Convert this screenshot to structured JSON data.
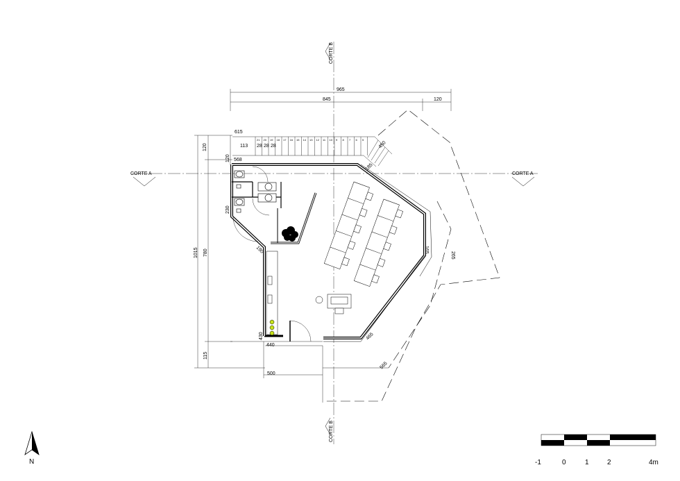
{
  "section_cuts": {
    "a_left": "CORTE A",
    "a_right": "CORTE A",
    "b_top": "CORTE B",
    "b_bottom": "CORTE B"
  },
  "dimensions": {
    "overall_width": "965",
    "main_width": "845",
    "right_offset": "120",
    "stair_length": "615",
    "stair_rise": "113",
    "step_a": "28",
    "step_b": "28",
    "step_c": "28",
    "top_margin": "120",
    "inner_top_margin": "120",
    "wall_568": "568",
    "wall_230": "230",
    "total_height": "1015",
    "wall_780": "780",
    "bottom_115": "115",
    "corner_190": "190",
    "wall_430": "430",
    "entry_440": "440",
    "bottom_500": "500",
    "diag_450": "450",
    "diag_185": "185",
    "wall_165": "165",
    "outer_265": "265",
    "wall_465": "465",
    "outer_565": "565"
  },
  "stair_steps": [
    "21",
    "20",
    "19",
    "18",
    "17",
    "16",
    "15",
    "14",
    "13",
    "12",
    "11",
    "10",
    "9",
    "8",
    "7",
    "6",
    "5"
  ],
  "scale_bar": {
    "labels": [
      "-1",
      "0",
      "1",
      "2",
      "4m"
    ]
  },
  "north_label": "N",
  "colors": {
    "line": "#000000",
    "accent": "#c6e21a",
    "background": "#ffffff"
  }
}
